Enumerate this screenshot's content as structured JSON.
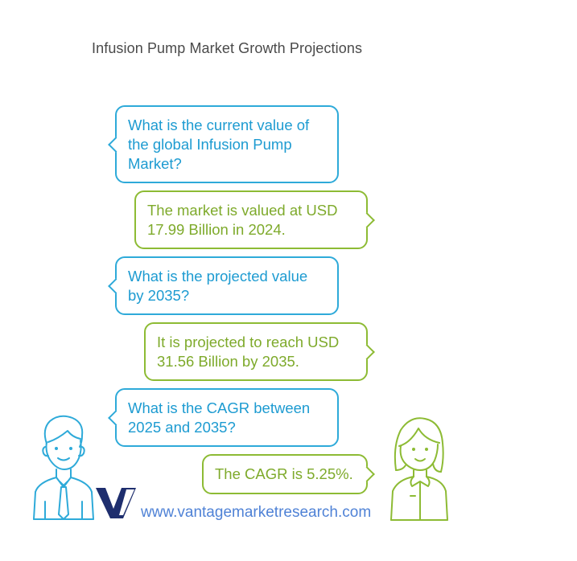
{
  "title": "Infusion Pump Market Growth Projections",
  "colors": {
    "question": "#1d9bd1",
    "answer": "#7eaa2b",
    "website": "#4f82d6"
  },
  "dialogue": [
    {
      "speaker": "question",
      "text": "What is the current value of the global Infusion Pump Market?"
    },
    {
      "speaker": "answer",
      "text": "The market is valued at USD 17.99 Billion in 2024."
    },
    {
      "speaker": "question",
      "text": "What is the projected value by 2035?"
    },
    {
      "speaker": "answer",
      "text": "It is projected to reach USD 31.56 Billion by 2035."
    },
    {
      "speaker": "question",
      "text": "What is the CAGR between 2025 and 2035?"
    },
    {
      "speaker": "answer",
      "text": "The CAGR is 5.25%."
    }
  ],
  "icons": {
    "questioner": "man-avatar-icon",
    "answerer": "woman-avatar-icon",
    "logo": "vantage-logo-icon"
  },
  "footer": {
    "website": "www.vantagemarketresearch.com"
  }
}
